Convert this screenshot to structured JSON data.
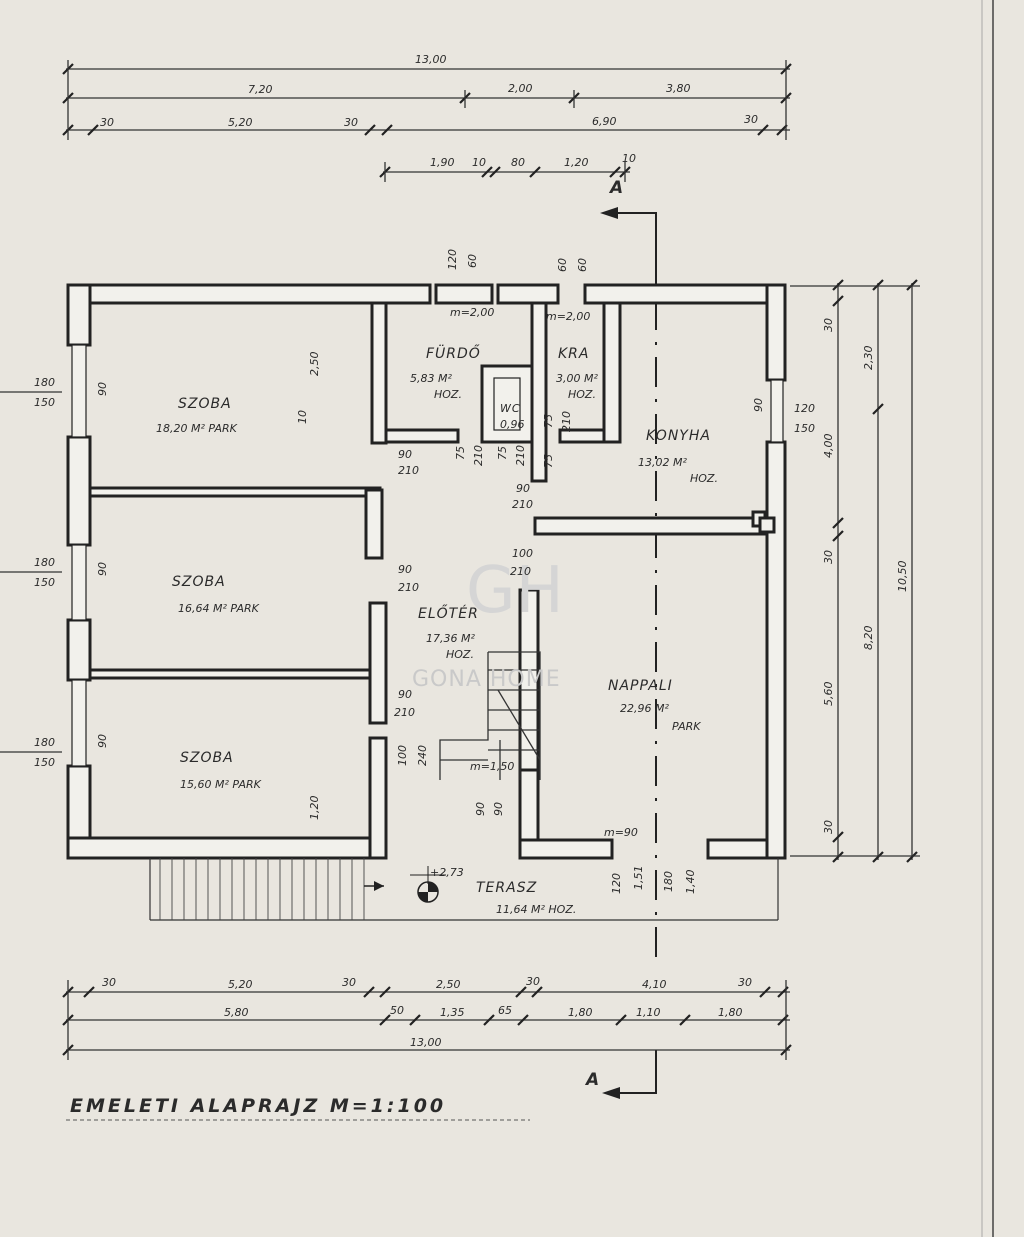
{
  "drawing": {
    "title": "EMELETI ALAPRAJZ M=1:100",
    "section_marker": "A",
    "watermark": {
      "logo": "GH",
      "text": "GONA HOME"
    }
  },
  "rooms": {
    "szoba1": {
      "name": "SZOBA",
      "area": "18,20 M² PARK"
    },
    "szoba2": {
      "name": "SZOBA",
      "area": "16,64 M² PARK"
    },
    "szoba3": {
      "name": "SZOBA",
      "area": "15,60 M² PARK"
    },
    "furdo": {
      "name": "FÜRDŐ",
      "area": "5,83 M²",
      "floor": "HOZ."
    },
    "kamra": {
      "name": "KRA",
      "area": "3,00 M²",
      "floor": "HOZ."
    },
    "wc": {
      "name": "WC",
      "area": "0,96"
    },
    "konyha": {
      "name": "KONYHA",
      "area": "13,02 M²",
      "floor": "HOZ."
    },
    "eloter": {
      "name": "ELŐTÉR",
      "area": "17,36 M²",
      "floor": "HOZ."
    },
    "nappali": {
      "name": "NAPPALI",
      "area": "22,96 M²",
      "floor": "PARK"
    },
    "terasz": {
      "name": "TERASZ",
      "area": "11,64 M² HOZ.",
      "level": "+2,73"
    }
  },
  "dimensions": {
    "top_total": "13,00",
    "top_row2": [
      "7,20",
      "2,00",
      "3,80"
    ],
    "top_row3": [
      "30",
      "5,20",
      "30",
      "6,90",
      "30"
    ],
    "top_row4": [
      "1,90",
      "10",
      "80",
      "1,20",
      "10"
    ],
    "bottom_row1": [
      "30",
      "5,20",
      "30",
      "2,50",
      "30",
      "4,10",
      "30"
    ],
    "bottom_row2": [
      "5,80",
      "50",
      "1,35",
      "65",
      "1,80",
      "1,10",
      "1,80"
    ],
    "bottom_total": "13,00",
    "right_inner": [
      "30",
      "2,30",
      "4,00",
      "30",
      "5,60",
      "30"
    ],
    "right_mid": "8,20",
    "right_total": "10,50",
    "left_windows": [
      "180",
      "150",
      "180",
      "150",
      "180",
      "150"
    ],
    "window_sills": [
      "90",
      "90",
      "90"
    ],
    "right_window": [
      "120",
      "150",
      "90"
    ],
    "interior": {
      "r1": "120",
      "r2": "60",
      "r3": "60",
      "r4": "60",
      "m1": "m=2,00",
      "m2": "m=2,00",
      "h250": "2,50",
      "h10": "10",
      "d1": "75",
      "d2": "210",
      "d3": "75",
      "d4": "210",
      "d5": "75",
      "d6": "210",
      "d7": "75",
      "door1a": "90",
      "door1b": "210",
      "door2a": "90",
      "door2b": "210",
      "door3a": "100",
      "door3b": "210",
      "door4a": "90",
      "door4b": "210",
      "door5a": "90",
      "door5b": "210",
      "stair1": "100",
      "stair2": "240",
      "stair3": "m=1,50",
      "stair4": "90",
      "stair5": "90",
      "h120": "1,20",
      "mn90": "m=90",
      "t1": "120",
      "t2": "1,51",
      "t3": "180",
      "t4": "1,40"
    }
  }
}
